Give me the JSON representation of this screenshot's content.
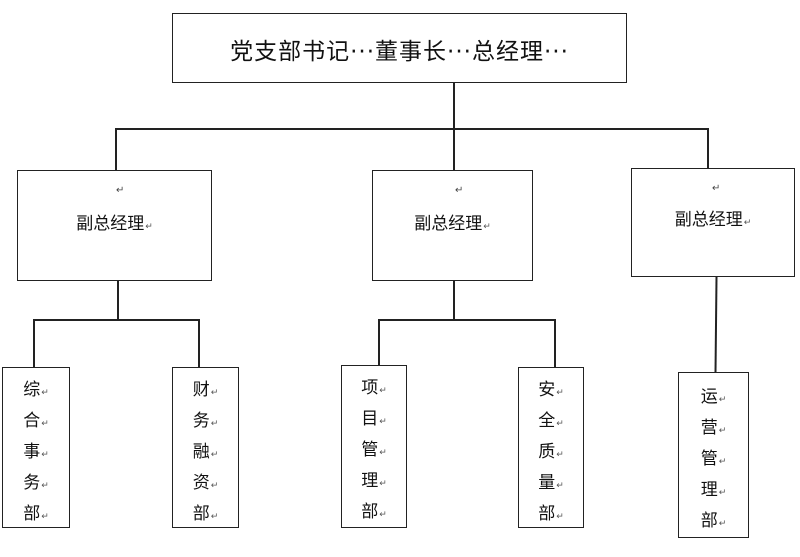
{
  "top": {
    "label": "党支部书记···董事长···总经理···"
  },
  "vp_boxes": [
    {
      "label": "副总经理",
      "mark": "↵"
    },
    {
      "label": "副总经理",
      "mark": "↵"
    },
    {
      "label": "副总经理",
      "mark": "↵"
    }
  ],
  "departments": [
    {
      "chars": [
        "综",
        "合",
        "事",
        "务",
        "部"
      ]
    },
    {
      "chars": [
        "财",
        "务",
        "融",
        "资",
        "部"
      ]
    },
    {
      "chars": [
        "项",
        "目",
        "管",
        "理",
        "部"
      ]
    },
    {
      "chars": [
        "安",
        "全",
        "质",
        "量",
        "部"
      ]
    },
    {
      "chars": [
        "运",
        "营",
        "管",
        "理",
        "部"
      ]
    }
  ]
}
